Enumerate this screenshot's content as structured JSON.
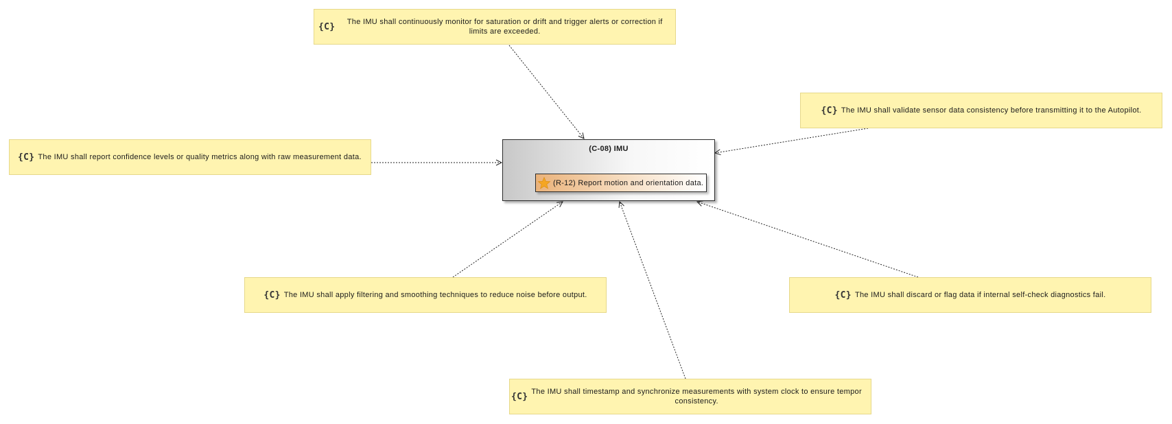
{
  "component": {
    "title": "(C-08) IMU"
  },
  "requirement": {
    "label": "(R-12) Report motion and orientation data."
  },
  "constraint_icon": "{C}",
  "constraints": {
    "monitor": "The IMU shall continuously monitor for saturation or drift and trigger alerts or correction if limits are exceeded.",
    "validate": "The IMU shall validate sensor data consistency before transmitting it to the Autopilot.",
    "confidence": "The IMU shall report confidence levels or quality metrics along with raw measurement data.",
    "filtering": "The IMU shall apply filtering and smoothing techniques to reduce noise before output.",
    "discard": "The IMU shall discard or flag data if internal self-check diagnostics fail.",
    "timestamp_line1": "The IMU shall timestamp and synchronize measurements with system clock to ensure tempor",
    "timestamp_line2": "consistency."
  },
  "colors": {
    "note_fill": "#fff4b0",
    "note_border": "#e6d88a",
    "requirement_fill": "#eab27a",
    "star": "#f5a623"
  }
}
